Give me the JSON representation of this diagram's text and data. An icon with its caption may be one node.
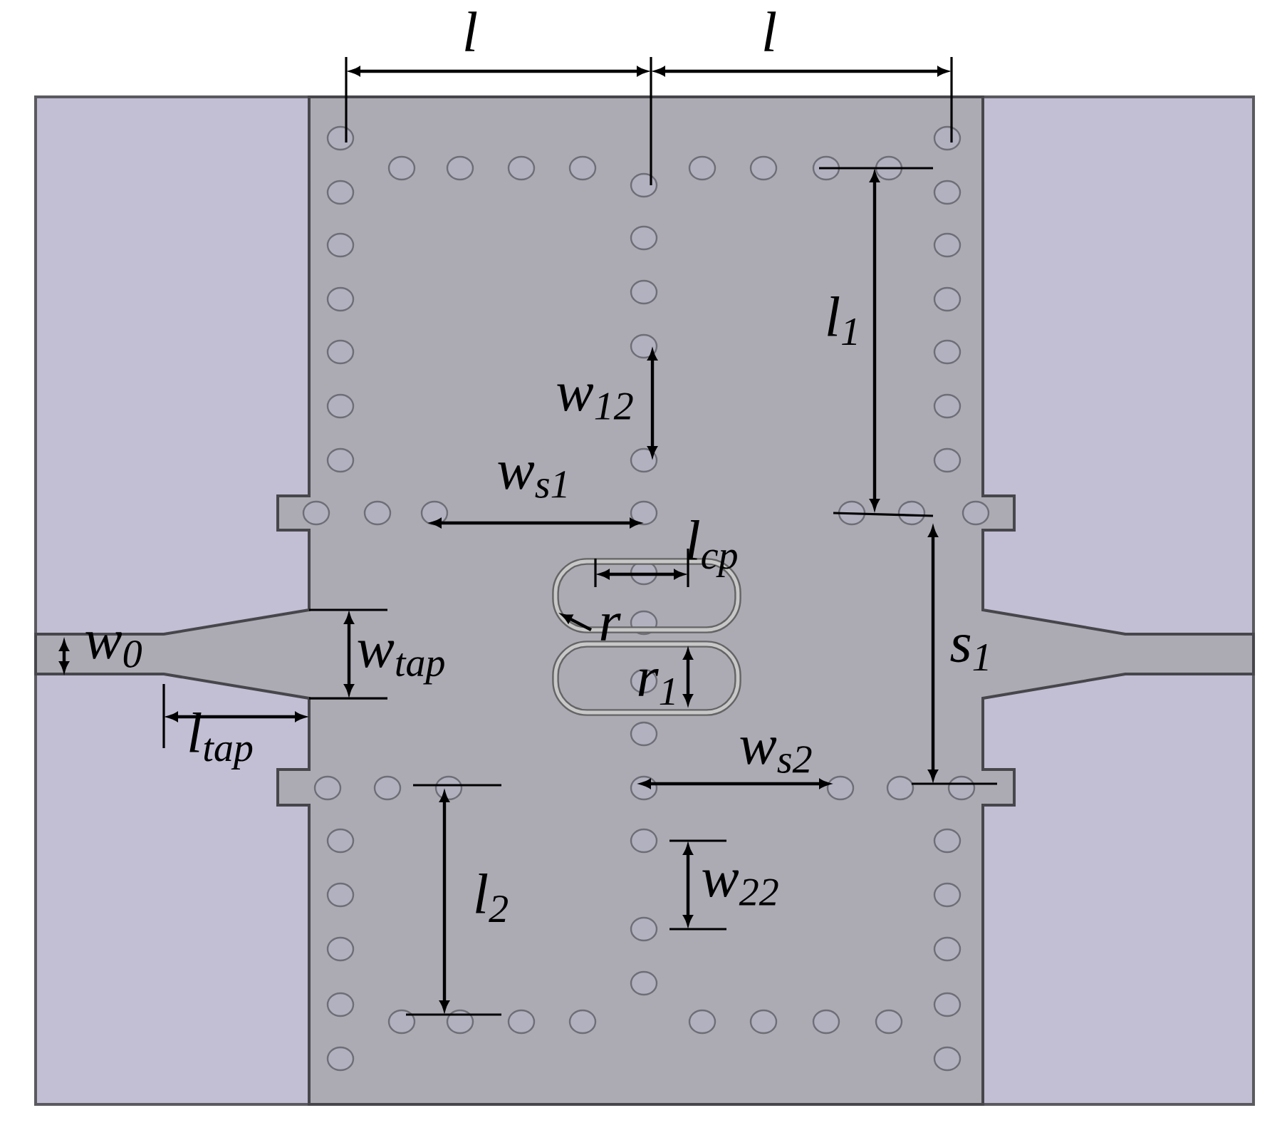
{
  "diagram": {
    "labels": [
      "l",
      "l",
      "l$_{1}$",
      "w$_{12}$",
      "w$_{s1}$",
      "l$_{cp}$",
      "r",
      "w$_{0}$",
      "w$_{tap}$",
      "s$_{1}$",
      "r$_{1}$",
      "l$_{tap}$",
      "w$_{s2}$",
      "w$_{22}$",
      "l$_{2}$"
    ]
  }
}
